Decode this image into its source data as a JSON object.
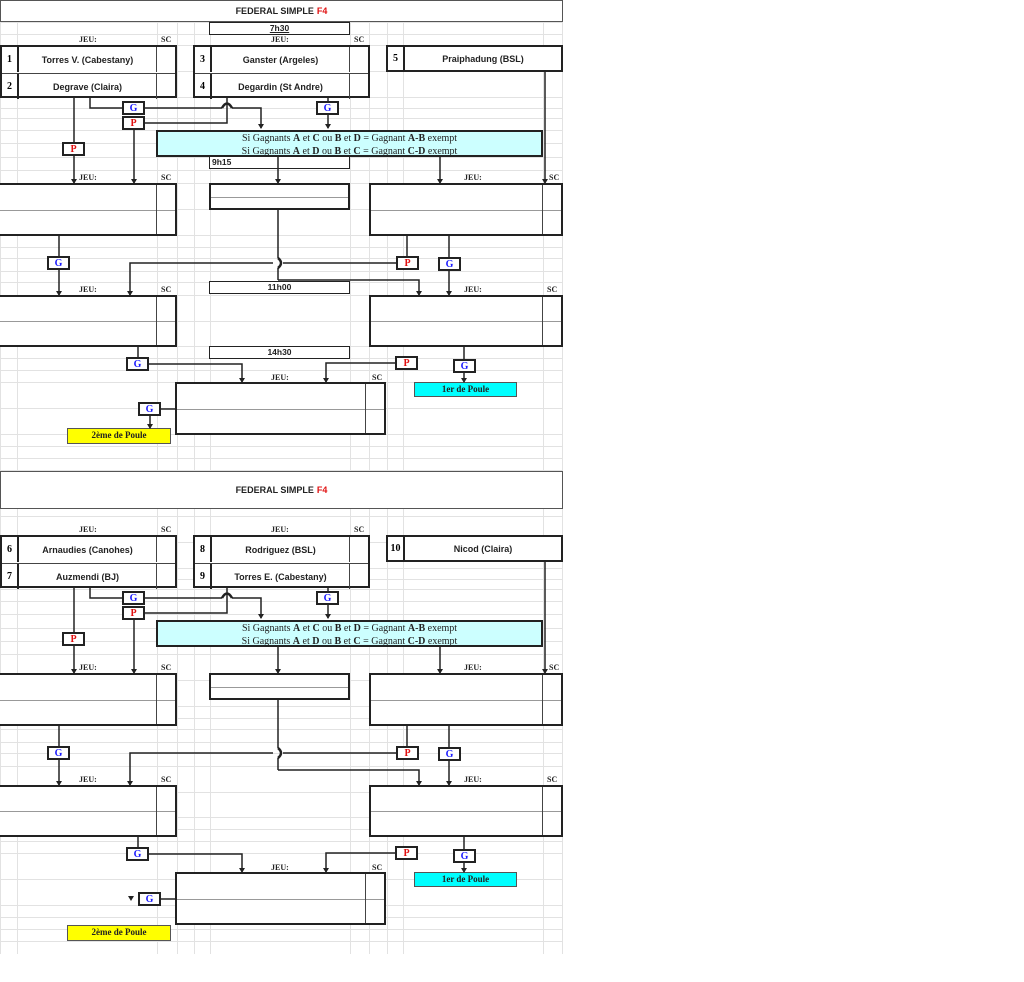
{
  "colors": {
    "winner": "#1a1aff",
    "loser": "#e01010",
    "rule_bg": "#ccffff",
    "first_bg": "#00ffff",
    "second_bg": "#ffff00",
    "accent": "#e01010"
  },
  "labels": {
    "jeu": "JEU:",
    "sc": "SC",
    "winner_tag": "G",
    "loser_tag": "P"
  },
  "sections": [
    {
      "title": "FEDERAL SIMPLE",
      "title_accent": "F4",
      "times": {
        "t1": "7h30",
        "t2": "9h15",
        "t3": "11h00",
        "t4": "14h30"
      },
      "groupA": [
        {
          "num": "1",
          "name": "Torres V. (Cabestany)"
        },
        {
          "num": "2",
          "name": "Degrave (Claira)"
        }
      ],
      "groupB": [
        {
          "num": "3",
          "name": "Ganster (Argeles)"
        },
        {
          "num": "4",
          "name": "Degardin (St Andre)"
        }
      ],
      "exempt": {
        "num": "5",
        "name": "Praiphadung (BSL)"
      },
      "rule_line1": [
        "Si Gagnants ",
        "A",
        " et ",
        "C",
        " ou ",
        "B",
        " et ",
        "D",
        " = Gagnant ",
        "A-B",
        " exempt"
      ],
      "rule_line2": [
        "Si Gagnants ",
        "A",
        " et ",
        "D",
        " ou ",
        "B",
        " et ",
        "C",
        " = Gagnant ",
        "C-D",
        " exempt"
      ],
      "first_label": "1er de Poule",
      "second_label": "2ème de Poule"
    },
    {
      "title": "FEDERAL SIMPLE",
      "title_accent": "F4",
      "times": {
        "t1": "",
        "t2": "",
        "t3": "",
        "t4": ""
      },
      "groupA": [
        {
          "num": "6",
          "name": "Arnaudies (Canohes)"
        },
        {
          "num": "7",
          "name": "Auzmendi (BJ)"
        }
      ],
      "groupB": [
        {
          "num": "8",
          "name": "Rodriguez (BSL)"
        },
        {
          "num": "9",
          "name": "Torres E. (Cabestany)"
        }
      ],
      "exempt": {
        "num": "10",
        "name": "Nicod (Claira)"
      },
      "rule_line1": [
        "Si Gagnants ",
        "A",
        " et ",
        "C",
        " ou ",
        "B",
        " et ",
        "D",
        " = Gagnant ",
        "A-B",
        " exempt"
      ],
      "rule_line2": [
        "Si Gagnants ",
        "A",
        " et ",
        "D",
        " ou ",
        "B",
        " et ",
        "C",
        " = Gagnant ",
        "C-D",
        " exempt"
      ],
      "first_label": "1er de Poule",
      "second_label": "2ème de Poule"
    }
  ]
}
